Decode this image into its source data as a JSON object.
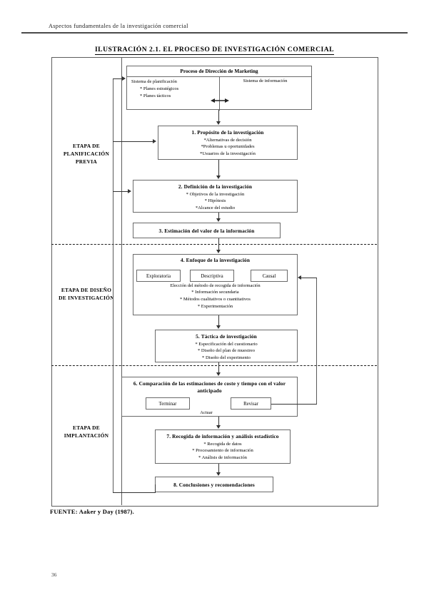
{
  "header": {
    "running_head": "Aspectos fundamentales de la investigación comercial",
    "page_number": "36"
  },
  "figure": {
    "title": "ILUSTRACIÓN 2.1. EL PROCESO DE INVESTIGACIÓN COMERCIAL",
    "source": "FUENTE: Aaker y Day (1987)."
  },
  "stages": [
    {
      "label": "ETAPA DE\nPLANIFICACIÓN\nPREVIA"
    },
    {
      "label": "ETAPA DE DISEÑO\nDE INVESTIGACIÓN"
    },
    {
      "label": "ETAPA DE\nIMPLANTACIÓN"
    }
  ],
  "stage_labels": {
    "planificacion_l1": "ETAPA DE",
    "planificacion_l2": "PLANIFICACIÓN",
    "planificacion_l3": "PREVIA",
    "diseno_l1": "ETAPA DE DISEÑO",
    "diseno_l2": "DE INVESTIGACIÓN",
    "implantacion_l1": "ETAPA DE",
    "implantacion_l2": "IMPLANTACIÓN"
  },
  "boxes": {
    "marketing": {
      "title": "Proceso de Dirección de Marketing",
      "left_header": "Sistema de planificación",
      "left_items": [
        "* Planes estratégicos",
        "* Planes tácticos"
      ],
      "right_header": "Sistema de información"
    },
    "box1": {
      "title": "1. Propósito de la investigación",
      "items": [
        "*Alternativas de decisión",
        "*Problemas u oportunidades",
        "*Usuarios de la investigación"
      ]
    },
    "box2": {
      "title": "2. Definición de la investigación",
      "items": [
        "* Objetivos de la investigación",
        "* Hipótesis",
        "*Alcance del estudio"
      ]
    },
    "box3": {
      "title": "3. Estimación del valor de la información"
    },
    "box4": {
      "title": "4. Enfoque de la investigación",
      "options": [
        "Exploratoria",
        "Descriptiva",
        "Causal"
      ],
      "method_header": "Elección del método de recogida de información",
      "items": [
        "* Información secundaria",
        "* Métodos cualitativos o cuantitativos",
        "* Experimentación"
      ]
    },
    "box5": {
      "title": "5. Táctica de investigación",
      "items": [
        "* Especificación del cuestionario",
        "* Diseño del plan de muestreo",
        "* Diseño del experimento"
      ]
    },
    "box6": {
      "title_l1": "6. Comparación de las estimaciones de coste y tiempo con el valor",
      "title_l2": "anticipado",
      "options": [
        "Terminar",
        "Revisar"
      ],
      "action_label": "Actuar"
    },
    "box7": {
      "title": "7. Recogida de información y análisis estadístico",
      "items": [
        "* Recogida de datos",
        "* Procesamiento de información",
        "* Análisis de información"
      ]
    },
    "box8": {
      "title": "8. Conclusiones y recomendaciones"
    }
  },
  "colors": {
    "ink": "#000000",
    "rule": "#4a4a4a",
    "box_border": "#6a6a6a",
    "connector": "#333333"
  }
}
